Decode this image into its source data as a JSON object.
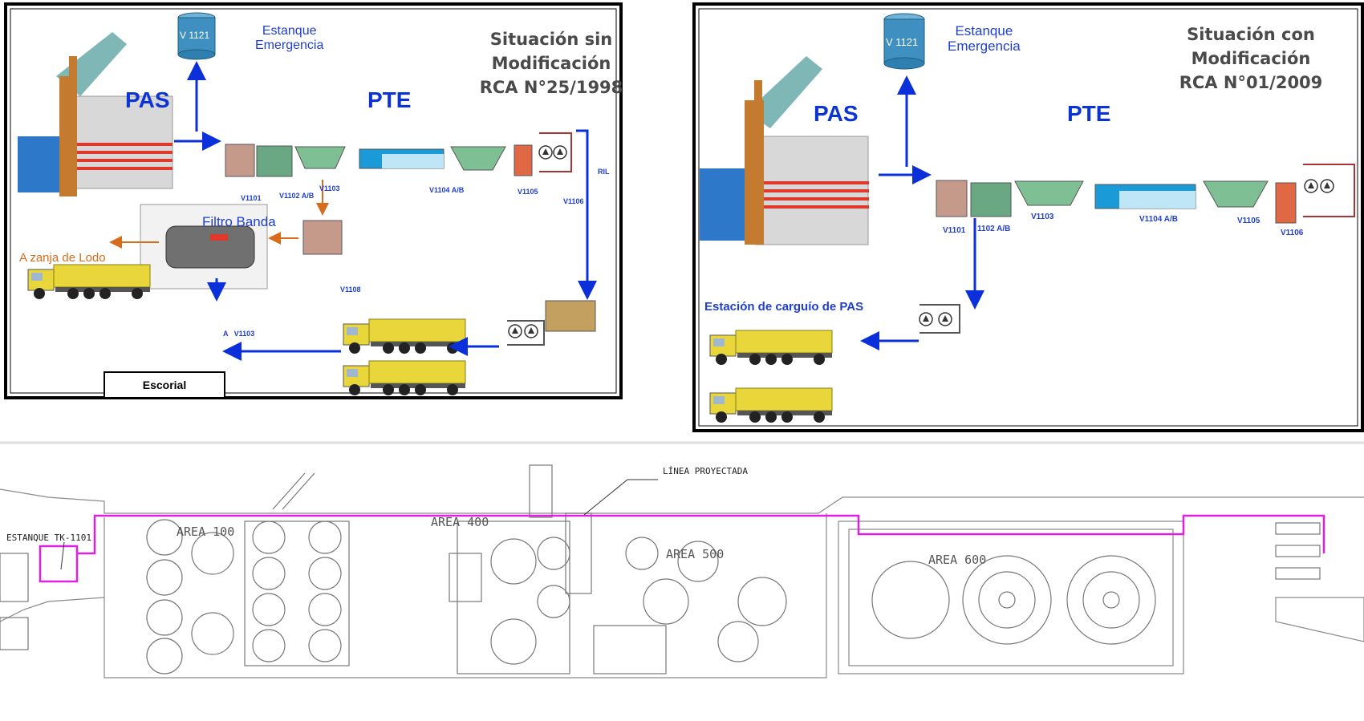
{
  "left_panel": {
    "title_lines": [
      "Situación sin",
      "Modificación",
      "RCA N°25/1998"
    ],
    "tank_label": "V 1121",
    "tank_name_lines": [
      "Estanque",
      "Emergencia"
    ],
    "pas": "PAS",
    "pte": "PTE",
    "filter": "Filtro Banda",
    "sludge": "A zanja de Lodo",
    "escorial": "Escorial",
    "ril": "RIL",
    "to_v1103": "A   V1103",
    "units": {
      "v1101": "V1101",
      "v1102": "V1102 A/B",
      "v1103": "V1103",
      "v1104": "V1104 A/B",
      "v1105": "V1105",
      "v1106": "V1106",
      "v1108": "V1108"
    }
  },
  "right_panel": {
    "title_lines": [
      "Situación con",
      "Modificación",
      "RCA N°01/2009"
    ],
    "tank_label": "V 1121",
    "tank_name_lines": [
      "Estanque",
      "Emergencia"
    ],
    "pas": "PAS",
    "pte": "PTE",
    "station": "Estación de carguío de PAS",
    "units": {
      "v1101": "V1101",
      "v1102": "1102 A/B",
      "v1103": "V1103",
      "v1104": "V1104 A/B",
      "v1105": "V1105",
      "v1106": "V1106"
    }
  },
  "plan": {
    "projected_line": "LÍNEA PROYECTADA",
    "tank": "ESTANQUE TK-1101",
    "areas": [
      "AREA 100",
      "AREA 400",
      "AREA 500",
      "AREA 600"
    ]
  },
  "colors": {
    "flow_blue": "#0b2fd8",
    "sludge_orange": "#d66c1c",
    "projected_line": "#e020e0",
    "truck_yellow": "#e8d63a"
  }
}
